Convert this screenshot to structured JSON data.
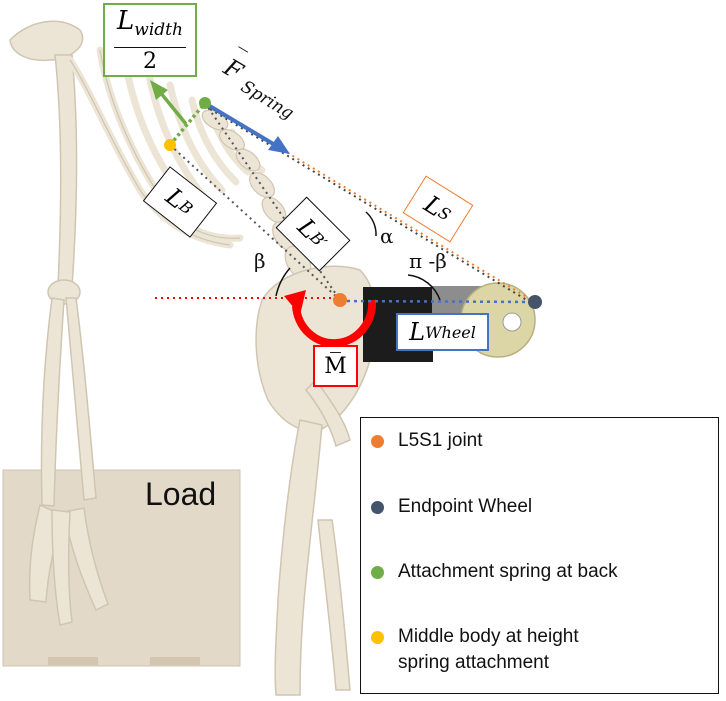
{
  "labels": {
    "width_num_main": "L",
    "width_num_sub": "width",
    "width_den": "2",
    "force_bar": "‾",
    "force_main": "F",
    "force_sub": "Spring",
    "l_b_main": "L",
    "l_b_sub": "B",
    "l_bprime_main": "L",
    "l_bprime_sub": "B′",
    "l_s_main": "L",
    "l_s_sub": "S",
    "alpha": "α",
    "pi_beta": "π -β",
    "beta": "β",
    "l_wheel_main": "L",
    "l_wheel_sub": "Wheel",
    "moment": "M̅",
    "load": "Load"
  },
  "legend": {
    "items": [
      {
        "label": "L5S1 joint",
        "color": "#ed7d31"
      },
      {
        "label": "Endpoint Wheel",
        "color": "#44546a"
      },
      {
        "label": "Attachment spring at back",
        "color": "#70ad47"
      },
      {
        "label": "Middle body at height",
        "label2": "spring attachment",
        "color": "#ffc000"
      }
    ]
  },
  "colors": {
    "green": "#70ad47",
    "blue": "#4472c4",
    "orange": "#ed7d31",
    "red": "#ff0000",
    "gray_dot": "#44546a",
    "yellow": "#ffc000",
    "bone": "#ece5d6",
    "bone_shadow": "#cfc5b1",
    "load_box": "#e0d6c6"
  }
}
